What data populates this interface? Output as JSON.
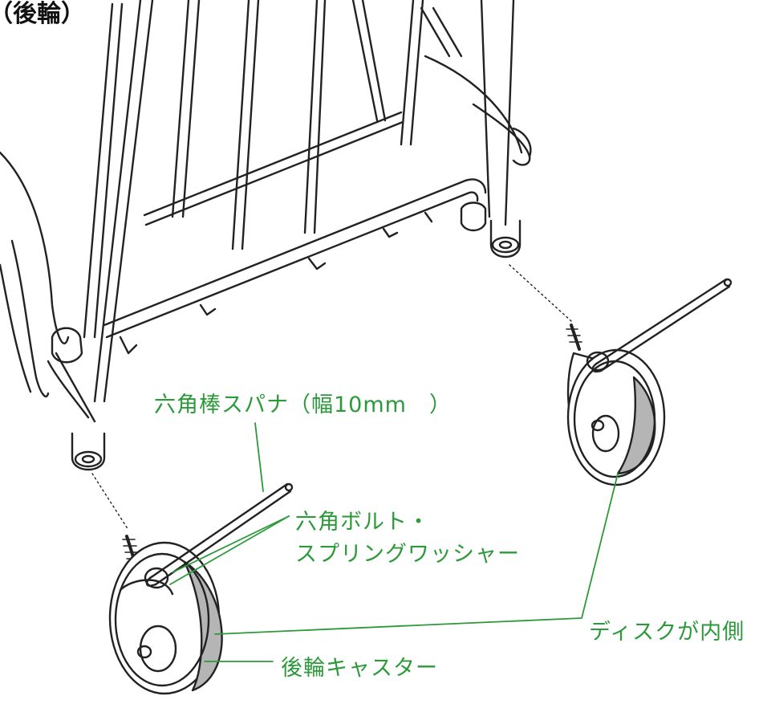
{
  "title": "（後輪）",
  "labels": {
    "wrench": "六角棒スパナ（幅10mm　）",
    "bolt_line1": "六角ボルト・",
    "bolt_line2": "スプリングワッシャー",
    "disk": "ディスクが内側",
    "caster": "後輪キャスター"
  },
  "colors": {
    "label_green": "#2c9a3a",
    "line": "#222222",
    "disk_gray": "#b5b5b5"
  }
}
